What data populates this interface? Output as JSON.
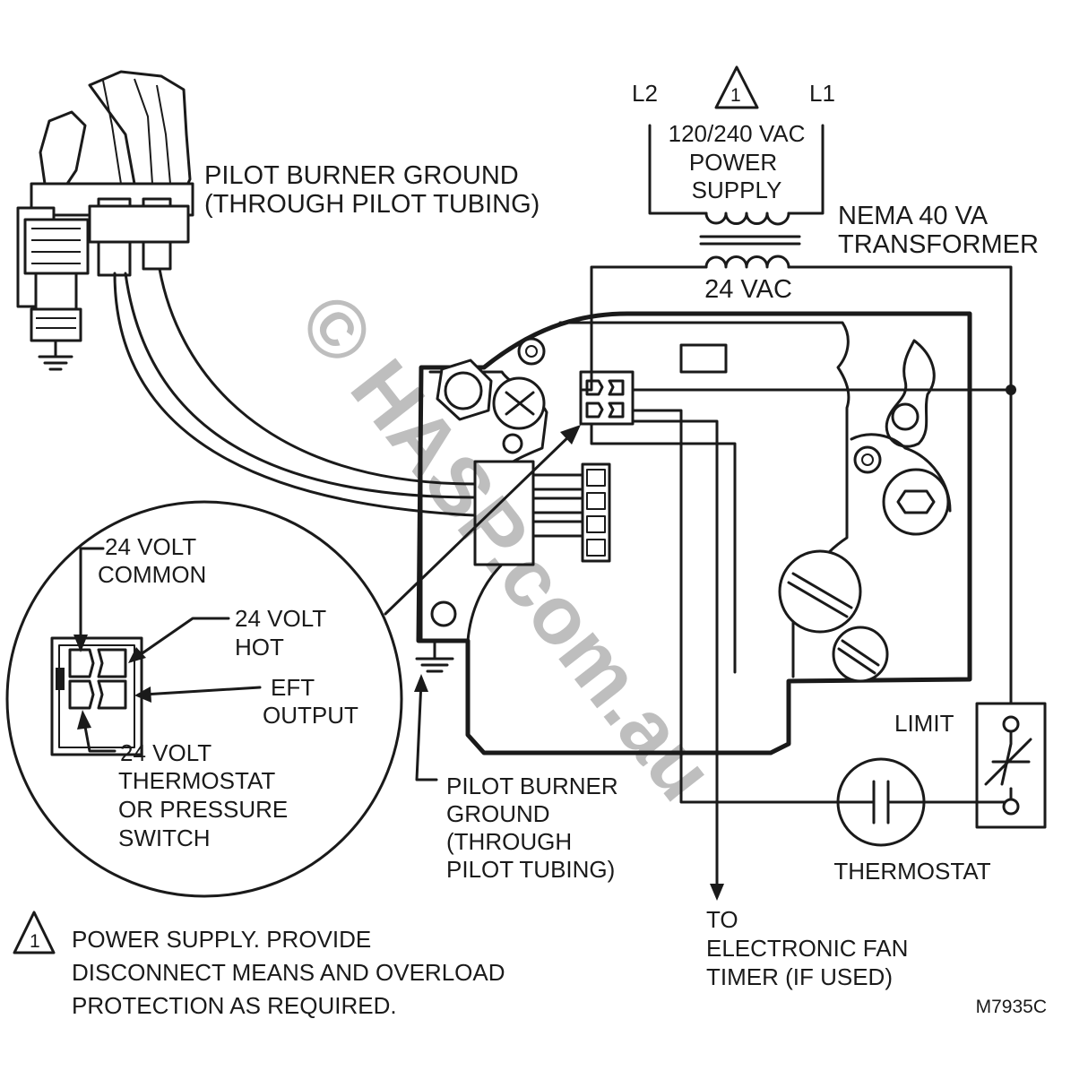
{
  "labels": {
    "l2": "L2",
    "l1": "L1",
    "note_marker": "1",
    "power_supply": [
      "120/240 VAC",
      "POWER",
      "SUPPLY"
    ],
    "transformer": [
      "NEMA 40 VA",
      "TRANSFORMER"
    ],
    "secondary_voltage": "24 VAC",
    "pilot_ground_top": [
      "PILOT BURNER GROUND",
      "(THROUGH PILOT TUBING)"
    ],
    "pilot_ground_bottom": [
      "PILOT BURNER",
      "GROUND",
      "(THROUGH",
      "PILOT TUBING)"
    ],
    "volt_common": [
      "24 VOLT",
      "COMMON"
    ],
    "volt_hot": [
      "24 VOLT",
      "HOT"
    ],
    "eft_output": [
      "EFT",
      "OUTPUT"
    ],
    "volt_thermostat": [
      "24 VOLT",
      "THERMOSTAT",
      "OR PRESSURE",
      "SWITCH"
    ],
    "limit": "LIMIT",
    "thermostat": "THERMOSTAT",
    "fan_timer": [
      "TO",
      "ELECTRONIC FAN",
      "TIMER (IF USED)"
    ],
    "note": [
      "POWER SUPPLY. PROVIDE",
      "DISCONNECT MEANS AND OVERLOAD",
      "PROTECTION AS REQUIRED."
    ],
    "figure_id": "M7935C"
  },
  "watermark": "© HASP.com.au",
  "colors": {
    "line": "#1a1a1a",
    "background": "#ffffff",
    "watermark": "#9a9a9a"
  }
}
